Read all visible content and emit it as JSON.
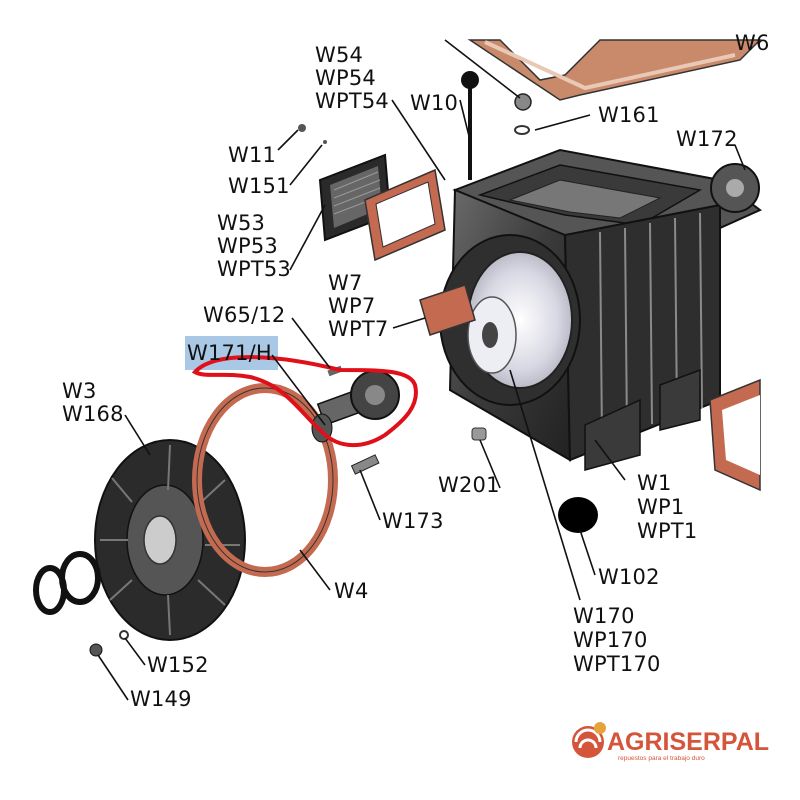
{
  "diagram": {
    "labels": {
      "w54": "W54",
      "wp54": "WP54",
      "wpt54": "WPT54",
      "w10": "W10",
      "w161": "W161",
      "w172": "W172",
      "w6_partial": "W6",
      "w11": "W11",
      "w151": "W151",
      "w53": "W53",
      "wp53": "WP53",
      "wpt53": "WPT53",
      "w7": "W7",
      "wp7": "WP7",
      "wpt7": "WPT7",
      "w65_12": "W65/12",
      "w171_h": "W171/H",
      "w3": "W3",
      "w168": "W168",
      "w201": "W201",
      "w173": "W173",
      "w1": "W1",
      "wp1": "WP1",
      "wpt1": "WPT1",
      "w102": "W102",
      "w4": "W4",
      "w170": "W170",
      "wp170": "WP170",
      "wpt170": "WPT170",
      "w152": "W152",
      "w149": "W149"
    },
    "highlight_color": "#a8c8e6",
    "circle_color": "#e0101a",
    "gasket_color": "#c46a50"
  },
  "logo": {
    "name": "AGRISERPAL",
    "tagline": "repuestos para el trabajo duro",
    "brand_color": "#d4553a"
  }
}
